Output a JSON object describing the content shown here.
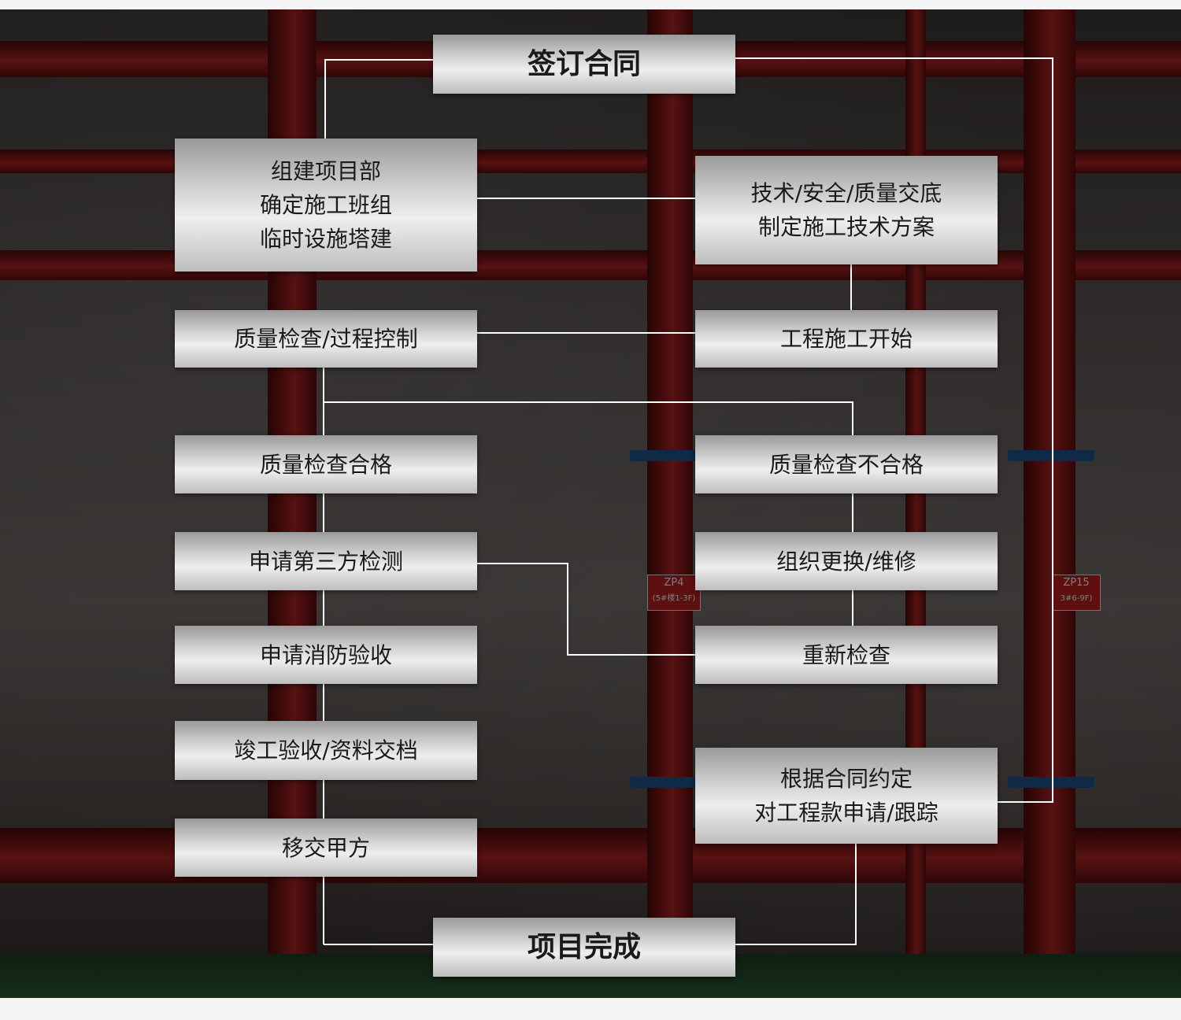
{
  "colors": {
    "box_top": "#9a9a9a",
    "box_mid": "#eeeeee",
    "text": "#1a1a1a",
    "connector": "#ffffff",
    "pipe": "#8e1b1b"
  },
  "steps": {
    "sign_contract": "签订合同",
    "setup": [
      "组建项目部",
      "确定施工班组",
      "临时设施塔建"
    ],
    "briefing": [
      "技术/安全/质量交底",
      "制定施工技术方案"
    ],
    "construction_start": "工程施工开始",
    "quality_control": "质量检查/过程控制",
    "quality_pass": "质量检查合格",
    "quality_fail": "质量检查不合格",
    "third_party_test": "申请第三方检测",
    "repair": "组织更换/维修",
    "fire_acceptance": "申请消防验收",
    "recheck": "重新检查",
    "completion_acceptance": "竣工验收/资料交档",
    "payment": [
      "根据合同约定",
      "对工程款申请/跟踪"
    ],
    "handover": "移交甲方",
    "project_complete": "项目完成"
  },
  "background_labels": {
    "zp4": "ZP4",
    "zp4_sub": "(5#楼1-3F)",
    "zp15": "ZP15",
    "zp15_sub": "3#6-9F)"
  }
}
